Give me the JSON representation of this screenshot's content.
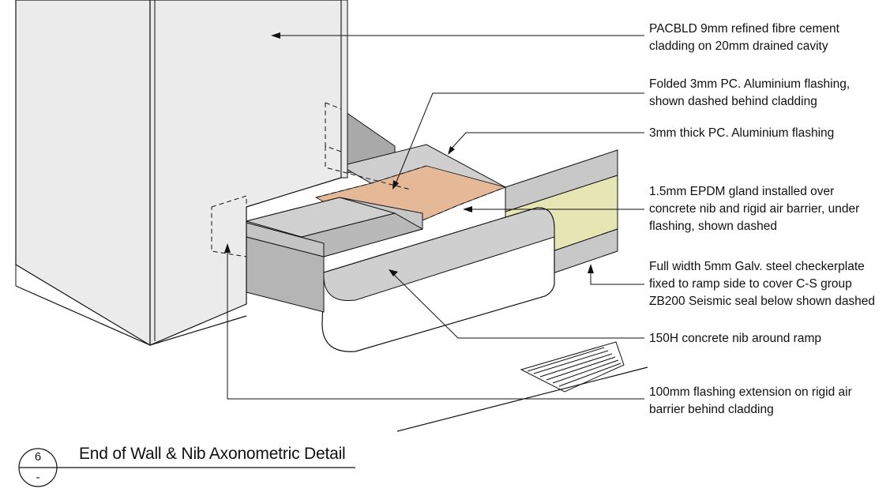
{
  "callouts": [
    {
      "line1": "PACBLD 9mm refined fibre cement",
      "line2": "cladding on 20mm drained cavity",
      "line3": ""
    },
    {
      "line1": "Folded 3mm PC. Aluminium flashing,",
      "line2": "shown dashed behind cladding",
      "line3": ""
    },
    {
      "line1": "3mm thick PC. Aluminium flashing",
      "line2": "",
      "line3": ""
    },
    {
      "line1": "1.5mm EPDM gland installed over",
      "line2": "concrete nib and rigid air barrier, under",
      "line3": "flashing, shown dashed"
    },
    {
      "line1": "Full width 5mm Galv. steel checkerplate",
      "line2": "fixed to ramp side to cover C-S group",
      "line3": "ZB200 Seismic seal below shown dashed"
    },
    {
      "line1": "150H concrete nib around ramp",
      "line2": "",
      "line3": ""
    },
    {
      "line1": "100mm flashing extension on rigid air",
      "line2": "barrier behind cladding",
      "line3": ""
    }
  ],
  "detail": {
    "number": "6",
    "sheet": "-",
    "title": "End of Wall & Nib Axonometric Detail"
  },
  "colors": {
    "wall_face": "#ebebeb",
    "wall_shadow": "#a9a9a9",
    "flashing": "#c2c2c2",
    "flashing_top": "#cfcfcf",
    "epdm": "#e5b898",
    "insulation": "#e6e6b4",
    "nib": "#ffffff",
    "line": "#111111"
  }
}
